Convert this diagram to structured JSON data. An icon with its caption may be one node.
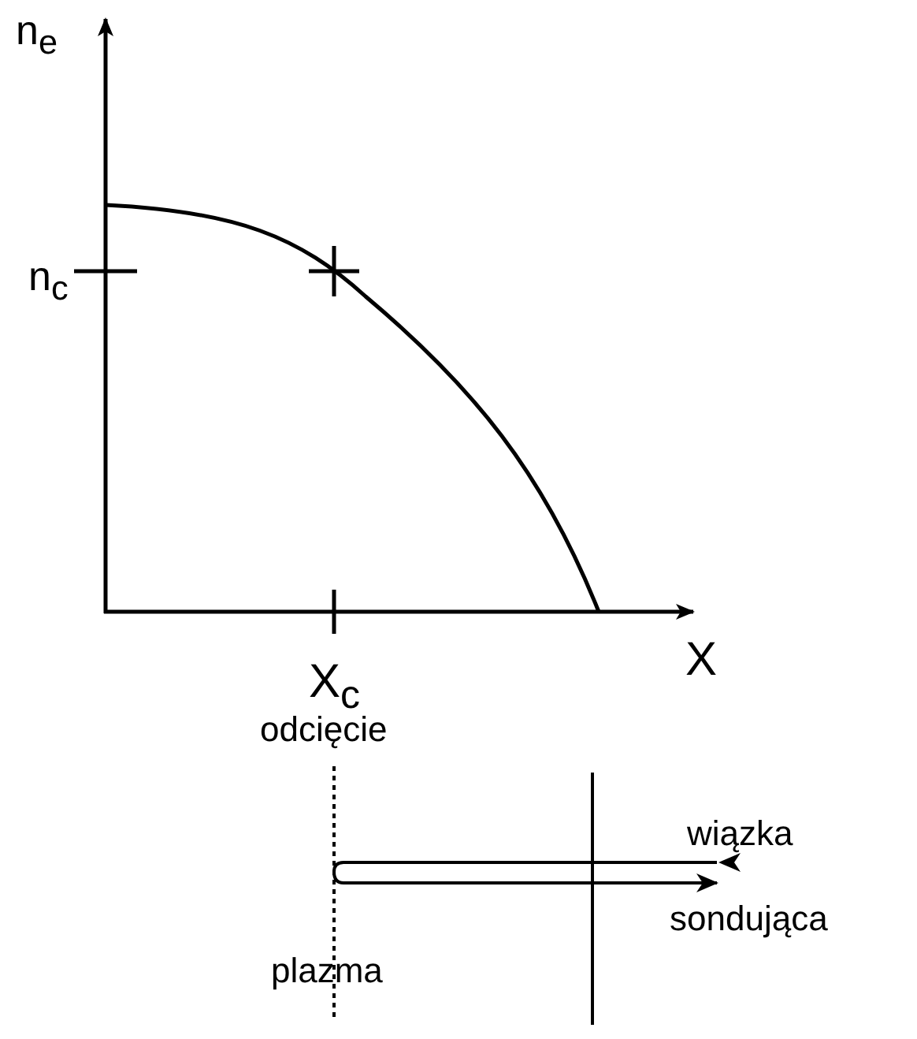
{
  "diagram": {
    "labels": [
      "n$_{e}$",
      "n$_{c}$",
      "X",
      "X$_{c}$",
      "odcięcie",
      "wiązka",
      "sondująca",
      "plazma"
    ]
  }
}
